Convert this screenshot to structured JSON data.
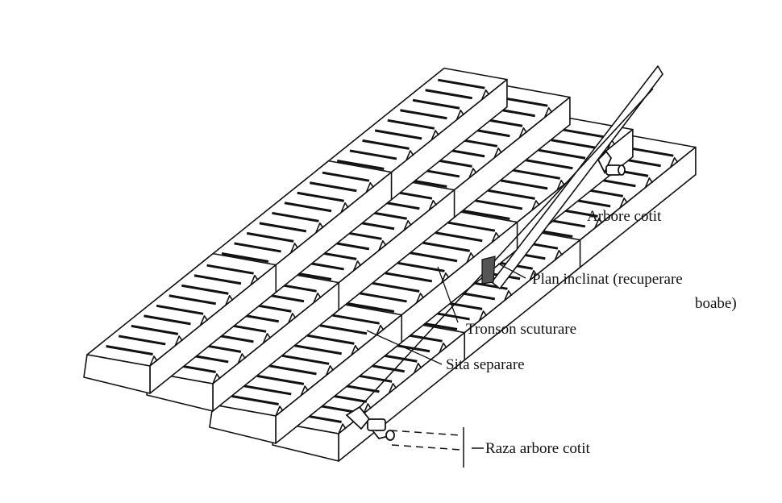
{
  "labels": {
    "crankshaft": "Arbore cotit",
    "inclined_plane_line1": "Plan inclinat (recuperare",
    "inclined_plane_line2": "boabe)",
    "shaker_section": "Tronson scuturare",
    "separation_sieve": "Sita separare",
    "crank_radius": "Raza arbore cotit"
  },
  "colors": {
    "ink": "#111111",
    "background": "#ffffff"
  },
  "structure": {
    "walker_count": 4,
    "cascade_steps_per_walker": 3
  }
}
